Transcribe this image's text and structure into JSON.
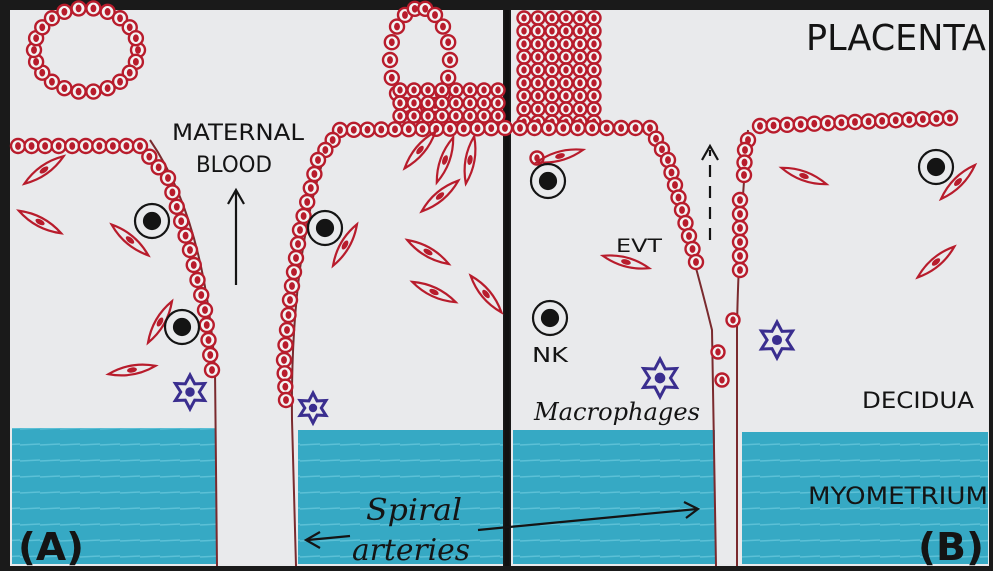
{
  "labels": {
    "placenta": "PLACENTA",
    "maternal_blood_line1": "MATERNAL",
    "maternal_blood_line2": "BLOOD",
    "evt": "EVT",
    "nk": "NK",
    "macrophages": "Macrophages",
    "decidua": "DECIDUA",
    "myometrium": "MYOMETRIUM",
    "spiral_arteries_line1": "Spiral",
    "spiral_arteries_line2": "arteries",
    "panel_a": "(A)",
    "panel_b": "(B)"
  },
  "colors": {
    "paper": "#e9eaec",
    "cell_red": "#b81c2c",
    "myometrium_blue": "#36a9c4",
    "macrophage_purple": "#3a2e8f",
    "ink": "#141414"
  }
}
